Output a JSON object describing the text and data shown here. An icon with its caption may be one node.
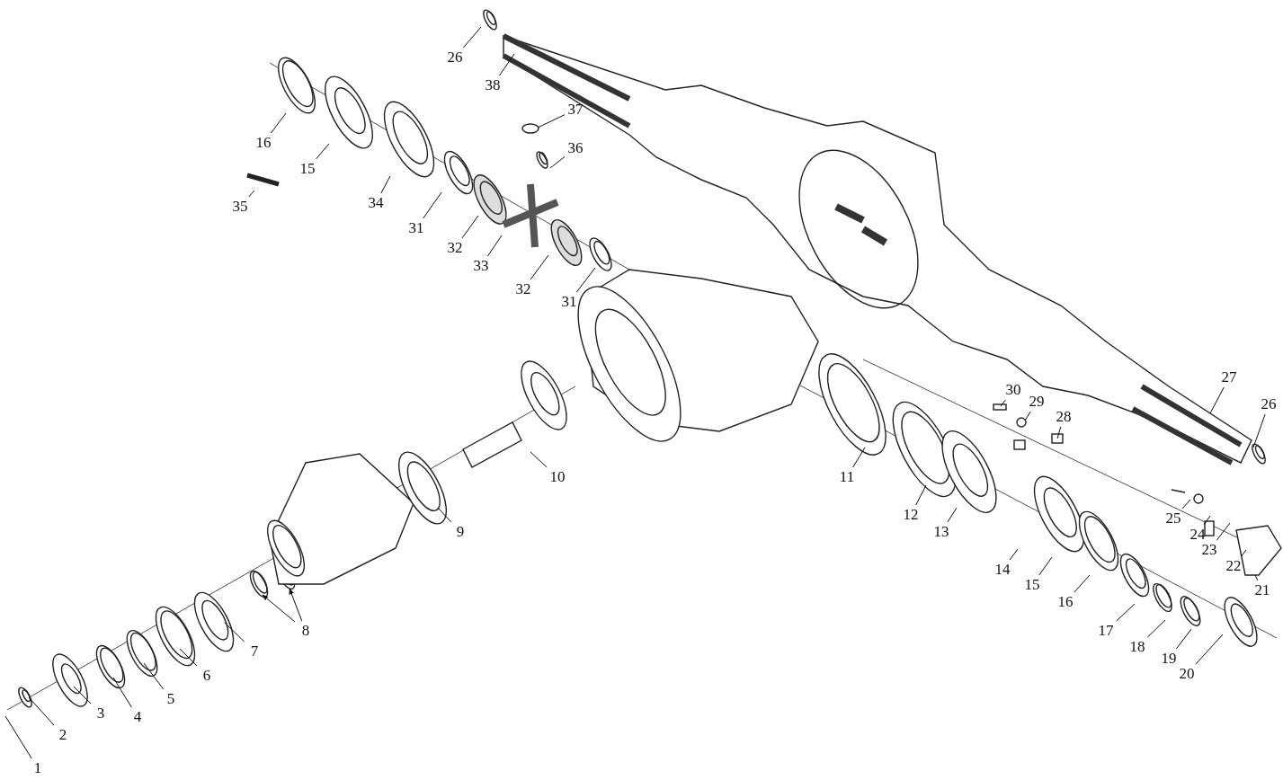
{
  "diagram": {
    "nodes": [
      {
        "text": [
          "1"
        ]
      },
      {
        "text": [
          "2"
        ]
      },
      {
        "text": [
          "3"
        ]
      },
      {
        "text": [
          "4"
        ]
      },
      {
        "text": [
          "5"
        ]
      },
      {
        "text": [
          "6"
        ]
      },
      {
        "text": [
          "7"
        ]
      },
      {
        "text": [
          "8"
        ]
      },
      {
        "text": [
          "9"
        ]
      },
      {
        "text": [
          "10"
        ]
      },
      {
        "text": [
          "11"
        ]
      },
      {
        "text": [
          "12"
        ]
      },
      {
        "text": [
          "13"
        ]
      },
      {
        "text": [
          "14"
        ]
      },
      {
        "text": [
          "15"
        ]
      },
      {
        "text": [
          "16"
        ]
      },
      {
        "text": [
          "17"
        ]
      },
      {
        "text": [
          "18"
        ]
      },
      {
        "text": [
          "19"
        ]
      },
      {
        "text": [
          "20"
        ]
      },
      {
        "text": [
          "21"
        ]
      },
      {
        "text": [
          "22"
        ]
      },
      {
        "text": [
          "23"
        ]
      },
      {
        "text": [
          "24"
        ]
      },
      {
        "text": [
          "25"
        ]
      },
      {
        "text": [
          "26"
        ]
      },
      {
        "text": [
          "27"
        ]
      },
      {
        "text": [
          "28"
        ]
      },
      {
        "text": [
          "29"
        ]
      },
      {
        "text": [
          "30"
        ]
      },
      {
        "text": [
          "31"
        ]
      },
      {
        "text": [
          "32"
        ]
      },
      {
        "text": [
          "33"
        ]
      },
      {
        "text": [
          "32"
        ]
      },
      {
        "text": [
          "31"
        ]
      },
      {
        "text": [
          "34"
        ]
      },
      {
        "text": [
          "35"
        ]
      },
      {
        "text": [
          "15"
        ]
      },
      {
        "text": [
          "16"
        ]
      },
      {
        "text": [
          "26"
        ]
      },
      {
        "text": [
          "38"
        ]
      },
      {
        "text": [
          "36"
        ]
      },
      {
        "text": [
          "37"
        ]
      }
    ],
    "edges": [
      {
        "from": 0,
        "to": null,
        "arrow": "none"
      },
      {
        "from": 1,
        "to": null,
        "arrow": "none"
      },
      {
        "from": 2,
        "to": null,
        "arrow": "none"
      },
      {
        "from": 3,
        "to": null,
        "arrow": "none"
      },
      {
        "from": 4,
        "to": null,
        "arrow": "none"
      },
      {
        "from": 5,
        "to": null,
        "arrow": "none"
      },
      {
        "from": 6,
        "to": null,
        "arrow": "none"
      },
      {
        "from": 7,
        "to": null,
        "arrow": "to"
      },
      {
        "from": 7,
        "to": null,
        "arrow": "to"
      },
      {
        "from": 8,
        "to": null,
        "arrow": "none"
      },
      {
        "from": 9,
        "to": null,
        "arrow": "none"
      },
      {
        "from": 10,
        "to": null,
        "arrow": "none"
      },
      {
        "from": 11,
        "to": null,
        "arrow": "none"
      },
      {
        "from": 12,
        "to": null,
        "arrow": "none"
      },
      {
        "from": 13,
        "to": null,
        "arrow": "none"
      },
      {
        "from": 14,
        "to": null,
        "arrow": "none"
      },
      {
        "from": 15,
        "to": null,
        "arrow": "none"
      },
      {
        "from": 16,
        "to": null,
        "arrow": "none"
      },
      {
        "from": 17,
        "to": null,
        "arrow": "none"
      },
      {
        "from": 18,
        "to": null,
        "arrow": "none"
      },
      {
        "from": 19,
        "to": null,
        "arrow": "none"
      },
      {
        "from": 20,
        "to": null,
        "arrow": "none"
      },
      {
        "from": 21,
        "to": null,
        "arrow": "none"
      },
      {
        "from": 22,
        "to": null,
        "arrow": "none"
      },
      {
        "from": 23,
        "to": null,
        "arrow": "none"
      },
      {
        "from": 24,
        "to": null,
        "arrow": "none"
      },
      {
        "from": 25,
        "to": null,
        "arrow": "none"
      },
      {
        "from": 26,
        "to": null,
        "arrow": "none"
      },
      {
        "from": 27,
        "to": null,
        "arrow": "none"
      },
      {
        "from": 28,
        "to": null,
        "arrow": "none"
      },
      {
        "from": 29,
        "to": null,
        "arrow": "none"
      },
      {
        "from": 30,
        "to": null,
        "arrow": "none"
      },
      {
        "from": 31,
        "to": null,
        "arrow": "none"
      },
      {
        "from": 32,
        "to": null,
        "arrow": "none"
      },
      {
        "from": 33,
        "to": null,
        "arrow": "none"
      },
      {
        "from": 34,
        "to": null,
        "arrow": "none"
      },
      {
        "from": 35,
        "to": null,
        "arrow": "none"
      },
      {
        "from": 36,
        "to": null,
        "arrow": "none"
      },
      {
        "from": 37,
        "to": null,
        "arrow": "none"
      },
      {
        "from": 38,
        "to": null,
        "arrow": "none"
      },
      {
        "from": 39,
        "to": null,
        "arrow": "none"
      },
      {
        "from": 40,
        "to": null,
        "arrow": "none"
      },
      {
        "from": 41,
        "to": null,
        "arrow": "none"
      },
      {
        "from": 42,
        "to": null,
        "arrow": "none"
      }
    ]
  }
}
